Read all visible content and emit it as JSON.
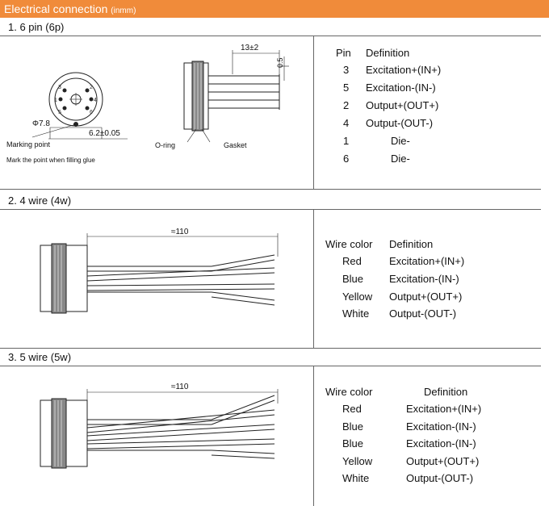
{
  "header": {
    "title": "Electrical connection",
    "unit": "(inmm)"
  },
  "section1": {
    "title": "1. 6 pin (6p)",
    "diagram": {
      "pin_numbers": [
        "3",
        "2",
        "1",
        "4",
        "5",
        "6"
      ],
      "diameter_label": "Φ7.8",
      "pin_spacing_label": "6.2±0.05",
      "pin_length_label": "13±2",
      "pin_diameter_label": "0.5",
      "marking_point_label": "Marking point",
      "oring_label": "O-ring",
      "gasket_label": "Gasket",
      "glue_note": "Mark the point when filling glue"
    },
    "table": {
      "headers": [
        "Pin",
        "Definition"
      ],
      "rows": [
        [
          "3",
          "Excitation+(IN+)"
        ],
        [
          "5",
          "Excitation-(IN-)"
        ],
        [
          "2",
          "Output+(OUT+)"
        ],
        [
          "4",
          "Output-(OUT-)"
        ],
        [
          "1",
          "Die-"
        ],
        [
          "6",
          "Die-"
        ]
      ]
    }
  },
  "section2": {
    "title": "2. 4 wire (4w)",
    "diagram": {
      "length_label": "≈110"
    },
    "table": {
      "headers": [
        "Wire color",
        "Definition"
      ],
      "rows": [
        [
          "Red",
          "Excitation+(IN+)"
        ],
        [
          "Blue",
          "Excitation-(IN-)"
        ],
        [
          "Yellow",
          "Output+(OUT+)"
        ],
        [
          "White",
          "Output-(OUT-)"
        ]
      ]
    }
  },
  "section3": {
    "title": "3. 5 wire (5w)",
    "diagram": {
      "length_label": "≈110"
    },
    "table": {
      "headers": [
        "Wire color",
        "Definition"
      ],
      "rows": [
        [
          "Red",
          "Excitation+(IN+)"
        ],
        [
          "Blue",
          "Excitation-(IN-)"
        ],
        [
          "Blue",
          "Excitation-(IN-)"
        ],
        [
          "Yellow",
          "Output+(OUT+)"
        ],
        [
          "White",
          "Output-(OUT-)"
        ]
      ]
    }
  },
  "colors": {
    "header_bg": "#f08b3a",
    "header_text": "#ffffff",
    "rule": "#666666"
  }
}
